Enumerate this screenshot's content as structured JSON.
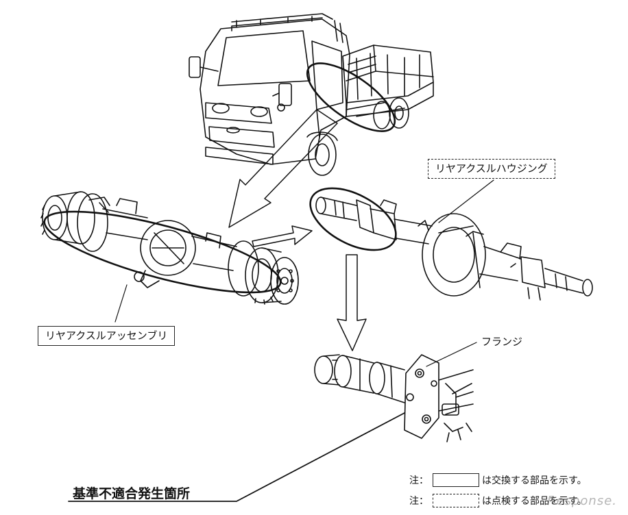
{
  "labels": {
    "rear_axle_housing": "リヤアクスルハウジング",
    "rear_axle_assembly": "リヤアクスルアッセンブリ",
    "flange": "フランジ",
    "nonconformity_location": "基準不適合発生箇所"
  },
  "notes": [
    {
      "prefix": "注：",
      "text": "は交換する部品を示す。",
      "swatch": "solid"
    },
    {
      "prefix": "注：",
      "text": "は点検する部品を示す。",
      "swatch": "dashed"
    }
  ],
  "watermark": "Response."
}
